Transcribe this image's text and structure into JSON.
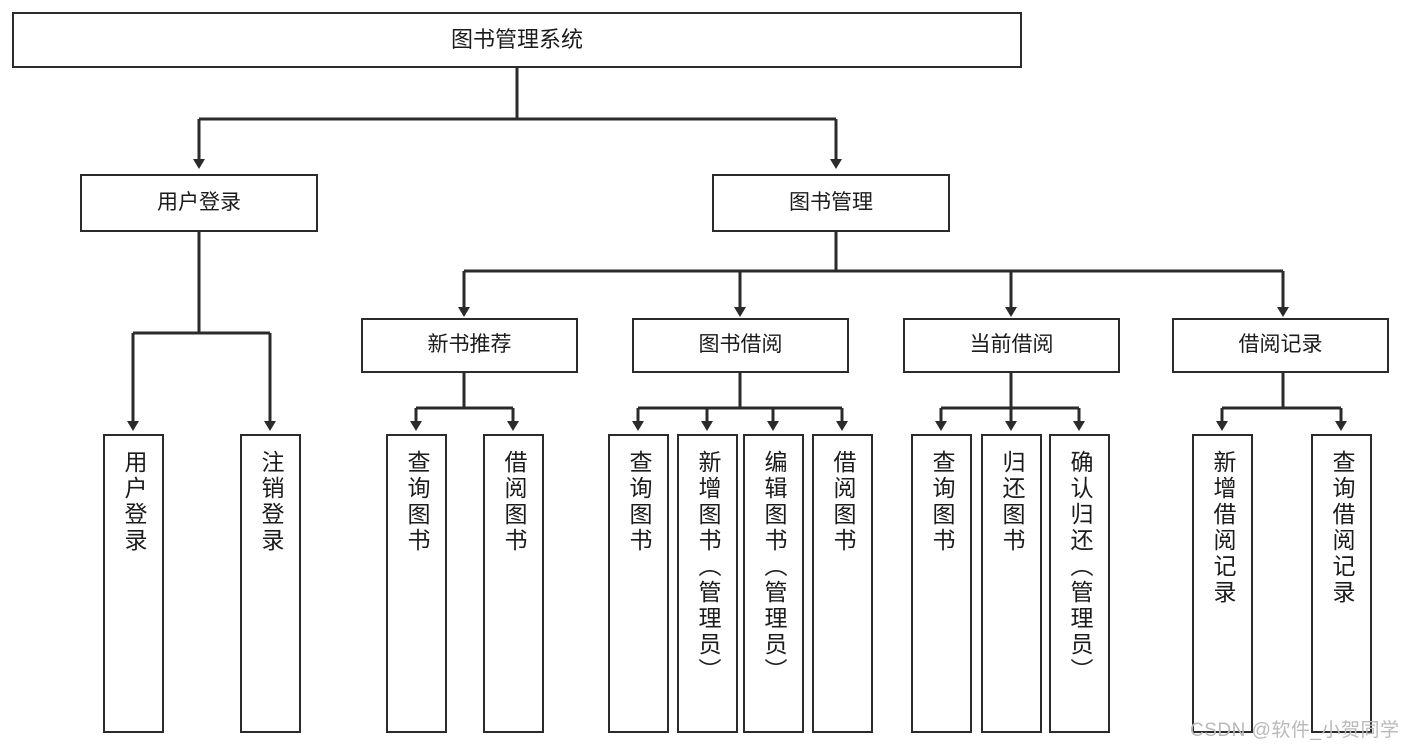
{
  "diagram": {
    "type": "tree",
    "title": "图书管理系统",
    "watermark": "CSDN @软件_小贺同学",
    "colors": {
      "box_border": "#2b2b2b",
      "box_fill": "#ffffff",
      "edge": "#2b2b2b",
      "text": "#1b1b1b",
      "watermark": "#b9b9b9",
      "background": "#ffffff"
    },
    "nodes": {
      "root": {
        "label": "图书管理系统"
      },
      "level1": [
        {
          "id": "user-login",
          "label": "用户登录"
        },
        {
          "id": "book-manage",
          "label": "图书管理"
        }
      ],
      "level2": [
        {
          "id": "new-book-recommend",
          "label": "新书推荐"
        },
        {
          "id": "book-borrow",
          "label": "图书借阅"
        },
        {
          "id": "current-borrow",
          "label": "当前借阅"
        },
        {
          "id": "borrow-record",
          "label": "借阅记录"
        }
      ],
      "leaves": {
        "user-login": [
          {
            "id": "leaf-user-login",
            "label": "用户登录"
          },
          {
            "id": "leaf-logout-login",
            "label": "注销登录"
          }
        ],
        "new-book-recommend": [
          {
            "id": "leaf-query-book-1",
            "label": "查询图书"
          },
          {
            "id": "leaf-borrow-book-1",
            "label": "借阅图书"
          }
        ],
        "book-borrow": [
          {
            "id": "leaf-query-book-2",
            "label": "查询图书"
          },
          {
            "id": "leaf-add-book-admin",
            "label": "新增图书（管理员）"
          },
          {
            "id": "leaf-edit-book-admin",
            "label": "编辑图书（管理员）"
          },
          {
            "id": "leaf-borrow-book-2",
            "label": "借阅图书"
          }
        ],
        "current-borrow": [
          {
            "id": "leaf-query-book-3",
            "label": "查询图书"
          },
          {
            "id": "leaf-return-book",
            "label": "归还图书"
          },
          {
            "id": "leaf-confirm-return-admin",
            "label": "确认归还（管理员）"
          }
        ],
        "borrow-record": [
          {
            "id": "leaf-add-borrow-record",
            "label": "新增借阅记录"
          },
          {
            "id": "leaf-query-borrow-record",
            "label": "查询借阅记录"
          }
        ]
      }
    }
  }
}
